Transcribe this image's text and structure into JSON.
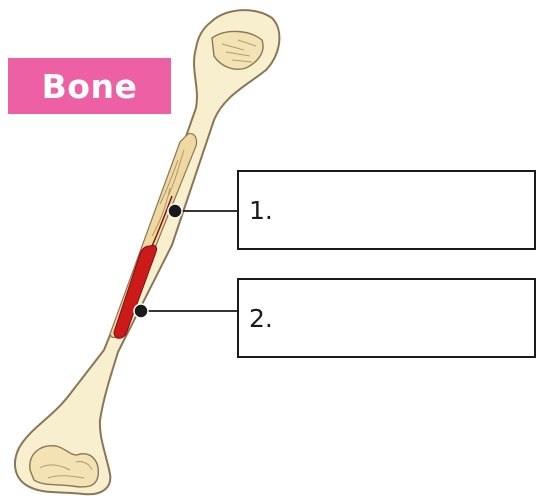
{
  "title": {
    "text": "Bone",
    "background_color": "#ee60a4",
    "text_color": "#ffffff"
  },
  "labels": [
    {
      "number": "1."
    },
    {
      "number": "2."
    }
  ],
  "colors": {
    "bone_fill": "#f8efcf",
    "bone_outline": "#8a7656",
    "medullary_cavity": "#f0d9a0",
    "marrow": "#cc1a1a",
    "leader_line": "#1a1a1a"
  }
}
